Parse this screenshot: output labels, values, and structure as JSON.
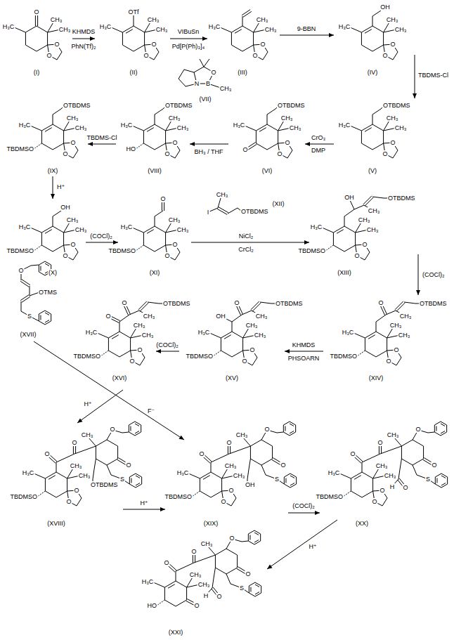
{
  "diagram": {
    "nodes": [
      {
        "text": [
          "O",
          "H₃C",
          "CH₃",
          "CH₃",
          "O",
          "O",
          "(I)"
        ]
      },
      {
        "text": [
          "OTf",
          "H₃C",
          "CH₃",
          "CH₃",
          "O",
          "O",
          "(II)"
        ]
      },
      {
        "text": [
          "H₃C",
          "CH₃",
          "CH₃",
          "O",
          "O",
          "(III)"
        ]
      },
      {
        "text": [
          "OH",
          "H₃C",
          "CH₃",
          "CH₃",
          "O",
          "O",
          "(IV)"
        ]
      },
      {
        "text": [
          "OTBDMS",
          "H₃C",
          "CH₃",
          "CH₃",
          "O",
          "O",
          "(V)"
        ]
      },
      {
        "text": [
          "OTBDMS",
          "H₃C",
          "CH₃",
          "CH₃",
          "O",
          "O",
          "O",
          "(VI)"
        ]
      },
      {
        "text": [
          "N",
          "O",
          "B",
          "CH₃",
          "(VII)"
        ]
      },
      {
        "text": [
          "OTBDMS",
          "H₃C",
          "CH₃",
          "CH₃",
          "HO",
          "O",
          "O",
          "(VIII)"
        ]
      },
      {
        "text": [
          "OTBDMS",
          "H₃C",
          "CH₃",
          "CH₃",
          "TBDMSO",
          "O",
          "O",
          "(IX)"
        ]
      },
      {
        "text": [
          "OH",
          "H₃C",
          "CH₃",
          "CH₃",
          "TBDMSO",
          "O",
          "O",
          "(X)"
        ]
      },
      {
        "text": [
          "O",
          "H₃C",
          "CH₃",
          "CH₃",
          "TBDMSO",
          "O",
          "O",
          "(XI)"
        ]
      },
      {
        "text": [
          "I",
          "CH₃",
          "OTBDMS",
          "(XII)"
        ]
      },
      {
        "text": [
          "OH",
          "CH₃",
          "OTBDMS",
          "H₃C",
          "CH₃",
          "CH₃",
          "TBDMSO",
          "O",
          "O",
          "(XIII)"
        ]
      },
      {
        "text": [
          "O",
          "CH₃",
          "OTBDMS",
          "H₃C",
          "CH₃",
          "CH₃",
          "TBDMSO",
          "O",
          "O",
          "(XIV)"
        ]
      },
      {
        "text": [
          "OH",
          "O",
          "CH₃",
          "OTBDMS",
          "H₃C",
          "CH₃",
          "CH₃",
          "TBDMSO",
          "O",
          "O",
          "(XV)"
        ]
      },
      {
        "text": [
          "O",
          "O",
          "CH₃",
          "OTBDMS",
          "H₃C",
          "CH₃",
          "CH₃",
          "TBDMSO",
          "O",
          "O",
          "(XVI)"
        ]
      },
      {
        "text": [
          "O",
          "OTMS",
          "S",
          "(XVII)"
        ]
      },
      {
        "text": [
          "O",
          "O",
          "CH₃",
          "O",
          "O",
          "S",
          "OTBDMS",
          "H₃C",
          "CH₃",
          "CH₃",
          "TBDMSO",
          "O",
          "O",
          "(XVIII)"
        ]
      },
      {
        "text": [
          "O",
          "O",
          "CH₃",
          "O",
          "O",
          "S",
          "OH",
          "H₃C",
          "CH₃",
          "CH₃",
          "TBDMSO",
          "O",
          "O",
          "(XIX)"
        ]
      },
      {
        "text": [
          "O",
          "O",
          "CH₃",
          "O",
          "O",
          "S",
          "O",
          "H",
          "H₃C",
          "CH₃",
          "CH₃",
          "TBDMSO",
          "O",
          "O",
          "(XX)"
        ]
      },
      {
        "text": [
          "O",
          "O",
          "CH₃",
          "O",
          "O",
          "S",
          "O",
          "H",
          "H₃C",
          "CH₃",
          "CH₃",
          "HO",
          "O",
          "(XXI)"
        ]
      }
    ],
    "edges": [
      {
        "from": 0,
        "to": 1,
        "arrow": "to",
        "label": "KHMDS"
      },
      {
        "from": 1,
        "to": 2,
        "arrow": "to",
        "label": "VIBuSn"
      },
      {
        "from": 2,
        "to": 3,
        "arrow": "to",
        "label": "9-BBN"
      },
      {
        "from": 3,
        "to": 4,
        "arrow": "to",
        "label": "TBDMS-Cl"
      },
      {
        "from": 4,
        "to": 5,
        "arrow": "to",
        "label": "CrO₃"
      },
      {
        "from": 5,
        "to": 7,
        "arrow": "to",
        "label": "BH₃ / THF"
      },
      {
        "from": 7,
        "to": 8,
        "arrow": "to",
        "label": "TBDMS-Cl"
      },
      {
        "from": 8,
        "to": 9,
        "arrow": "to",
        "label": "H⁺"
      },
      {
        "from": 9,
        "to": 10,
        "arrow": "to",
        "label": "(COCl)₂"
      },
      {
        "from": 10,
        "to": 12,
        "arrow": "to",
        "label": "NiCl₂"
      },
      {
        "from": 12,
        "to": 13,
        "arrow": "to",
        "label": "(COCl)₂"
      },
      {
        "from": 13,
        "to": 14,
        "arrow": "to",
        "label": "KHMDS"
      },
      {
        "from": 14,
        "to": 15,
        "arrow": "to",
        "label": "(COCl)₂"
      },
      {
        "from": 15,
        "to": 17,
        "arrow": "to",
        "label": "H⁺"
      },
      {
        "from": 16,
        "to": 18,
        "arrow": "to",
        "label": "F⁻"
      },
      {
        "from": 17,
        "to": 18,
        "arrow": "to",
        "label": "H⁺"
      },
      {
        "from": 18,
        "to": 19,
        "arrow": "to",
        "label": "(COCl)₂"
      },
      {
        "from": 19,
        "to": 20,
        "arrow": "to",
        "label": "H⁺"
      }
    ],
    "labels": [
      "PhN(Tf)₂",
      "Pd[P(Ph)₃]₄",
      "DMP",
      "CrCl₂",
      "PHSOARN"
    ]
  }
}
